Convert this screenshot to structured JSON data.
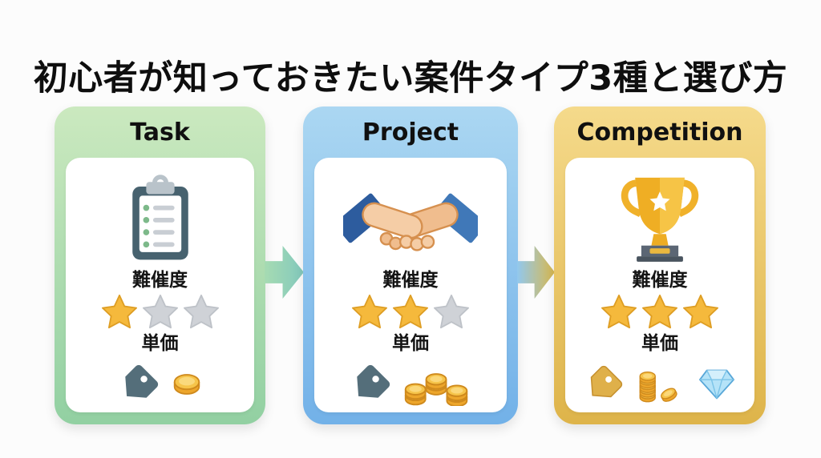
{
  "title": "初心者が知っておきたい案件タイプ3種と選び方",
  "cards": [
    {
      "label": "Task",
      "icon": "clipboard",
      "difficulty": {
        "label": "難催度",
        "stars": 1,
        "max_stars": 3
      },
      "price": {
        "label": "単価",
        "icons": [
          "tag",
          "coin"
        ]
      },
      "theme": {
        "top": "#cbe9bf",
        "bottom": "#92d0a2"
      }
    },
    {
      "label": "Project",
      "icon": "handshake",
      "difficulty": {
        "label": "難催度",
        "stars": 2,
        "max_stars": 3
      },
      "price": {
        "label": "単価",
        "icons": [
          "tag",
          "coin-pile"
        ]
      },
      "theme": {
        "top": "#abd7f2",
        "bottom": "#72b1e8"
      }
    },
    {
      "label": "Competition",
      "icon": "trophy",
      "difficulty": {
        "label": "難催度",
        "stars": 3,
        "max_stars": 3
      },
      "price": {
        "label": "単価",
        "icons": [
          "gold-tag",
          "coin-stack",
          "diamond"
        ]
      },
      "theme": {
        "top": "#f5da8b",
        "bottom": "#deb44a"
      }
    }
  ],
  "arrows": [
    {
      "from": "Task",
      "to": "Project",
      "gradient": [
        "#a6dbb2",
        "#83c9bd"
      ]
    },
    {
      "from": "Project",
      "to": "Competition",
      "gradient": [
        "#92c8ee",
        "#d9b84e"
      ]
    }
  ],
  "colors": {
    "background": "#fcfcfc",
    "title_text": "#0e0e0e",
    "star_gold": "#f5b93c",
    "star_gray": "#cfd2d7",
    "tag_slate": "#546e7a",
    "tag_gold": "#dfb04a",
    "coin_gold": "#f6c44a",
    "diamond_blue": "#b5e3f8",
    "clipboard_slate": "#47626f",
    "sleeve_blue": "#2d5c9e",
    "trophy_gold": "#efae24"
  }
}
